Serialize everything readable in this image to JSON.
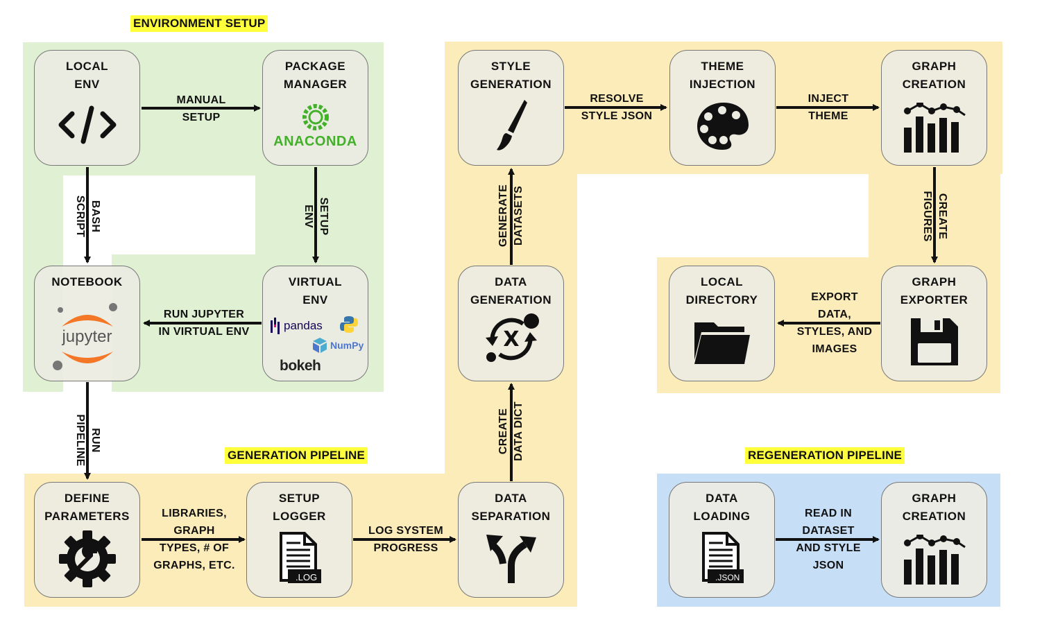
{
  "sections": {
    "environment_setup": "ENVIRONMENT SETUP",
    "generation_pipeline": "GENERATION PIPELINE",
    "regeneration_pipeline": "REGENERATION PIPELINE"
  },
  "nodes": {
    "local_env": "LOCAL\nENV",
    "package_manager": "PACKAGE\nMANAGER",
    "notebook": "NOTEBOOK",
    "virtual_env": "VIRTUAL\nENV",
    "define_parameters": "DEFINE\nPARAMETERS",
    "setup_logger": "SETUP\nLOGGER",
    "data_separation": "DATA\nSEPARATION",
    "data_generation": "DATA\nGENERATION",
    "style_generation": "STYLE\nGENERATION",
    "theme_injection": "THEME\nINJECTION",
    "graph_creation": "GRAPH\nCREATION",
    "graph_exporter": "GRAPH\nEXPORTER",
    "local_directory": "LOCAL\nDIRECTORY",
    "data_loading": "DATA\nLOADING",
    "graph_creation_regen": "GRAPH\nCREATION"
  },
  "edges": {
    "manual_setup": "MANUAL\nSETUP",
    "bash_script": "BASH\nSCRIPT",
    "setup_env": "SETUP\nENV",
    "run_jupyter": "RUN JUPYTER\nIN VIRTUAL ENV",
    "run_pipeline": "RUN\nPIPELINE",
    "libraries": "LIBRARIES,\nGRAPH\nTYPES, # OF\nGRAPHS, ETC.",
    "log_progress": "LOG SYSTEM\nPROGRESS",
    "create_data_dict": "CREATE\nDATA DICT",
    "generate_datasets": "GENERATE\nDATASETS",
    "resolve_style": "RESOLVE\nSTYLE JSON",
    "inject_theme": "INJECT\nTHEME",
    "create_figures": "CREATE\nFIGURES",
    "export": "EXPORT\nDATA,\nSTYLES, AND\nIMAGES",
    "read_in": "READ IN\nDATASET\nAND STYLE\nJSON"
  },
  "logos": {
    "anaconda": "ANACONDA",
    "jupyter": "jupyter",
    "pandas": "pandas",
    "numpy": "NumPy",
    "bokeh": "bokeh",
    "log_tag": ".LOG",
    "json_tag": ".JSON"
  },
  "colors": {
    "env_bg": "#dff0d3",
    "pipeline_bg": "#fcecb9",
    "regen_bg": "#c6dff7",
    "label_highlight": "#ffff3c",
    "anaconda_green": "#43b02a",
    "jupyter_orange": "#f37726",
    "pandas_blue": "#150458",
    "numpy_blue": "#4dabcf"
  }
}
